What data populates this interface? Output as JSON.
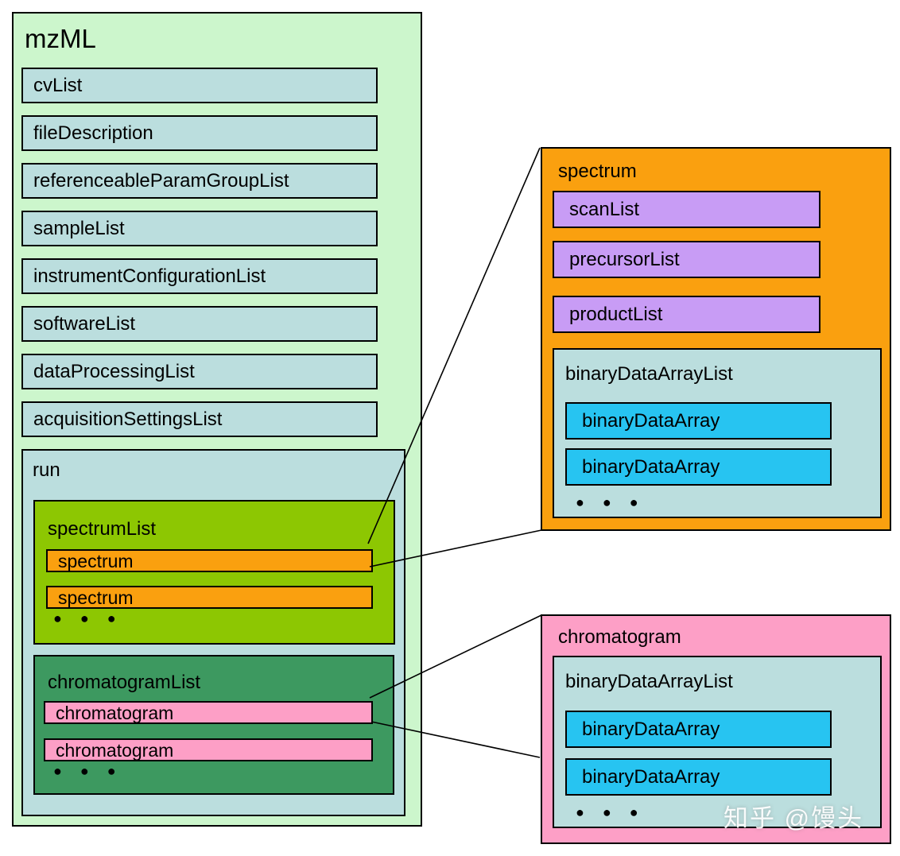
{
  "page": {
    "watermark": "知乎 @馒头"
  },
  "colors": {
    "container_green": "#CCF6CC",
    "panel_blue": "#BBDEDE",
    "lime_green": "#8DC702",
    "orange": "#FAA00F",
    "sea_green": "#3D9960",
    "pink": "#FD9FC6",
    "purple": "#C89CF5",
    "cyan": "#27C4F1",
    "border": "#000000"
  },
  "mzml": {
    "title": "mzML",
    "children": [
      "cvList",
      "fileDescription",
      "referenceableParamGroupList",
      "sampleList",
      "instrumentConfigurationList",
      "softwareList",
      "dataProcessingList",
      "acquisitionSettingsList"
    ],
    "run": {
      "label": "run",
      "spectrumList": {
        "label": "spectrumList",
        "items": [
          "spectrum",
          "spectrum"
        ],
        "ellipsis": "● ● ●"
      },
      "chromatogramList": {
        "label": "chromatogramList",
        "items": [
          "chromatogram",
          "chromatogram"
        ],
        "ellipsis": "● ● ●"
      }
    }
  },
  "spectrum_detail": {
    "title": "spectrum",
    "children": [
      "scanList",
      "precursorList",
      "productList"
    ],
    "binaryDataArrayList": {
      "label": "binaryDataArrayList",
      "items": [
        "binaryDataArray",
        "binaryDataArray"
      ],
      "ellipsis": "● ● ●"
    }
  },
  "chromatogram_detail": {
    "title": "chromatogram",
    "binaryDataArrayList": {
      "label": "binaryDataArrayList",
      "items": [
        "binaryDataArray",
        "binaryDataArray"
      ],
      "ellipsis": "● ● ●"
    }
  }
}
